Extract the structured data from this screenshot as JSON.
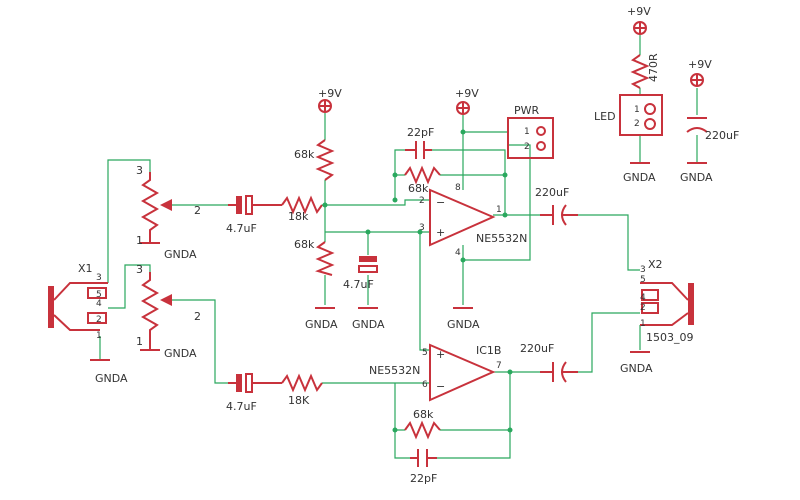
{
  "colors": {
    "net": "#2aa85e",
    "symbol": "#c8323c",
    "text": "#333333",
    "background": "#ffffff"
  },
  "supply": {
    "p1": "+9V",
    "p2": "+9V",
    "p3": "+9V",
    "p4": "+9V"
  },
  "grounds": {
    "g1": "GNDA",
    "g2": "GNDA",
    "g3": "GNDA",
    "g4": "GNDA",
    "g5": "GNDA",
    "g6": "GNDA",
    "g7": "GNDA",
    "g8": "GNDA",
    "g9": "GNDA"
  },
  "resistors": {
    "r_div_top": "68k",
    "r_div_bot": "68k",
    "r_in_top": "18k",
    "r_in_bot": "18K",
    "r_fb_top": "68k",
    "r_fb_bot": "68k",
    "r_led": "470R"
  },
  "capacitors": {
    "c_in_top": "4.7uF",
    "c_in_bot": "4.7uF",
    "c_div": "4.7uF",
    "c_fb_top": "22pF",
    "c_fb_bot": "22pF",
    "c_out_top": "220uF",
    "c_out_bot": "220uF",
    "c_pwr": "220uF"
  },
  "opamps": {
    "top_part": "NE5532N",
    "bot_part": "NE5532N",
    "bot_ref": "IC1B"
  },
  "connectors": {
    "pwr": "PWR",
    "x1": "X1",
    "x2": "X2",
    "x2_part": "1503_09",
    "led": "LED"
  },
  "pins": {
    "p1": "1",
    "p2": "2",
    "p3": "3",
    "p4": "4",
    "p5": "5",
    "p6": "6",
    "p7": "7",
    "p8": "8"
  }
}
